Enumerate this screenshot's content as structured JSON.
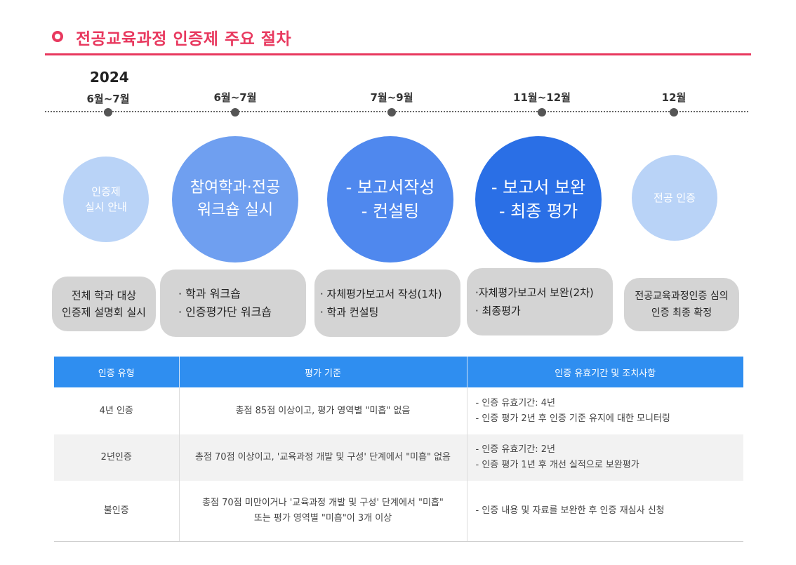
{
  "header": {
    "title": "전공교육과정 인증제 주요 절차"
  },
  "timeline": {
    "year": "2024",
    "periods": [
      "6월~7월",
      "6월~7월",
      "7월~9월",
      "11월~12월",
      "12월"
    ]
  },
  "steps": [
    {
      "circle_lines": [
        "인증제",
        "실시 안내"
      ],
      "box_lines": [
        "전체 학과 대상",
        "인증제 설명회 실시"
      ],
      "color": "#b9d3f7"
    },
    {
      "circle_lines": [
        "참여학과·전공",
        "워크숍 실시"
      ],
      "box_lines": [
        "· 학과 워크숍",
        "· 인증평가단 워크숍"
      ],
      "color": "#6f9ff0"
    },
    {
      "circle_lines": [
        "- 보고서작성",
        "- 컨설팅"
      ],
      "box_lines": [
        "· 자체평가보고서 작성(1차)",
        "· 학과 컨설팅"
      ],
      "color": "#4f88ee"
    },
    {
      "circle_lines": [
        "- 보고서 보완",
        "- 최종 평가"
      ],
      "box_lines": [
        "·자체평가보고서 보완(2차)",
        "· 최종평가"
      ],
      "color": "#2a6fe6"
    },
    {
      "circle_lines": [
        "전공 인증"
      ],
      "box_lines": [
        "전공교육과정인증 심의",
        "인증 최종 확정"
      ],
      "color": "#b9d3f7"
    }
  ],
  "table": {
    "headers": [
      "인증 유형",
      "평가 기준",
      "인증 유효기간 및 조치사항"
    ],
    "rows": [
      {
        "type": "4년 인증",
        "criteria": [
          "총점 85점 이상이고, 평가 영역별 \"미흡\" 없음"
        ],
        "actions": [
          "- 인증 유효기간: 4년",
          "- 인증 평가 2년 후 인증 기준 유지에 대한 모니터링"
        ]
      },
      {
        "type": "2년인증",
        "criteria": [
          "총점 70점 이상이고, '교육과정 개발 및 구성' 단계에서 \"미흡\" 없음"
        ],
        "actions": [
          "- 인증 유효기간: 2년",
          "- 인증 평가 1년 후 개선 실적으로 보완평가"
        ]
      },
      {
        "type": "불인증",
        "criteria": [
          "총점 70점 미만이거나 '교육과정 개발 및 구성' 단계에서 \"미흡\"",
          "또는 평가 영역별 \"미흡\"이 3개 이상"
        ],
        "actions": [
          "- 인증 내용 및 자료를 보완한 후 인증 재심사 신청"
        ]
      }
    ]
  }
}
